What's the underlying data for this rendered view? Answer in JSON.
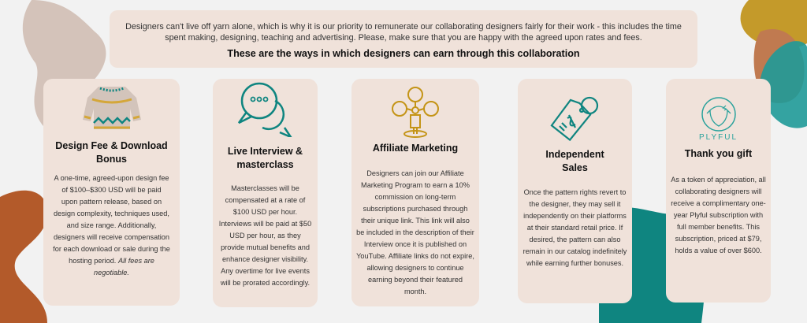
{
  "header": {
    "intro": "Designers can't live off yarn alone, which is why it is our priority to remunerate our collaborating designers fairly for their work - this includes the time spent making, designing, teaching  and advertising.  Please, make sure that you are happy with the agreed upon rates and fees.",
    "subtitle": "These are the ways in which designers can earn through this collaboration"
  },
  "cards": [
    {
      "title": "Design Fee & Download Bonus",
      "body": "A one-time, agreed-upon design fee of $100–$300 USD will be paid upon pattern release, based on design complexity, techniques used, and size range. Additionally, designers will receive compensation for each download or sale during the hosting period.",
      "note": "All fees are negotiable.",
      "icon": "sweater-icon"
    },
    {
      "title": "Live Interview & masterclass",
      "body": "Masterclasses will be compensated at a rate of $100 USD per hour. Interviews will be paid at $50 USD per hour, as they provide mutual benefits and enhance designer visibility. Any overtime for live events will be prorated accordingly.",
      "icon": "chat-bubbles-icon"
    },
    {
      "title": "Affiliate Marketing",
      "body": "Designers can join our Affiliate Marketing Program to earn a 10% commission on long-term subscriptions purchased through their unique link. This link will also be included in the description of their Interview once it is published on YouTube. Affiliate links do not expire, allowing designers to continue earning beyond their featured month.",
      "icon": "network-people-icon"
    },
    {
      "title": "Independent Sales",
      "body": "Once the pattern rights revert to the designer, they may sell it independently on their platforms at their standard retail price. If desired, the pattern can also remain in our catalog indefinitely while earning further bonuses.",
      "icon": "price-tag-icon"
    },
    {
      "title": "Thank you gift",
      "body": "As a token of appreciation, all collaborating designers will receive a complimentary one-year Plyful subscription with full member benefits. This subscription, priced at $79, holds a value of over $600.",
      "icon": "plyful-logo",
      "logo_text": "PLYFUL"
    }
  ],
  "colors": {
    "card": "#f0e2da",
    "teal": "#0f8580",
    "gold": "#c49416",
    "brown": "#b35a2a"
  }
}
